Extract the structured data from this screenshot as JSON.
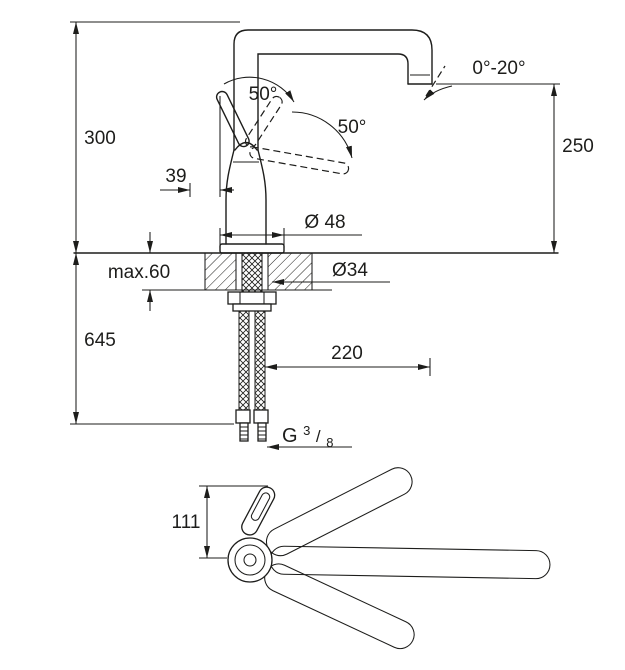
{
  "labels": {
    "dim300": "300",
    "dim39": "39",
    "angle50a": "50°",
    "angle50b": "50°",
    "angle020": "0°-20°",
    "dim250": "250",
    "dia48": "Ø 48",
    "max60": "max.60",
    "dia34": "Ø34",
    "dim645": "645",
    "dim220": "220",
    "threadG": "G",
    "threadNum": "3",
    "threadSlash": "/",
    "threadDen": "8",
    "dim111": "111"
  },
  "colors": {
    "ink": "#1d1d1b",
    "background": "#ffffff"
  }
}
